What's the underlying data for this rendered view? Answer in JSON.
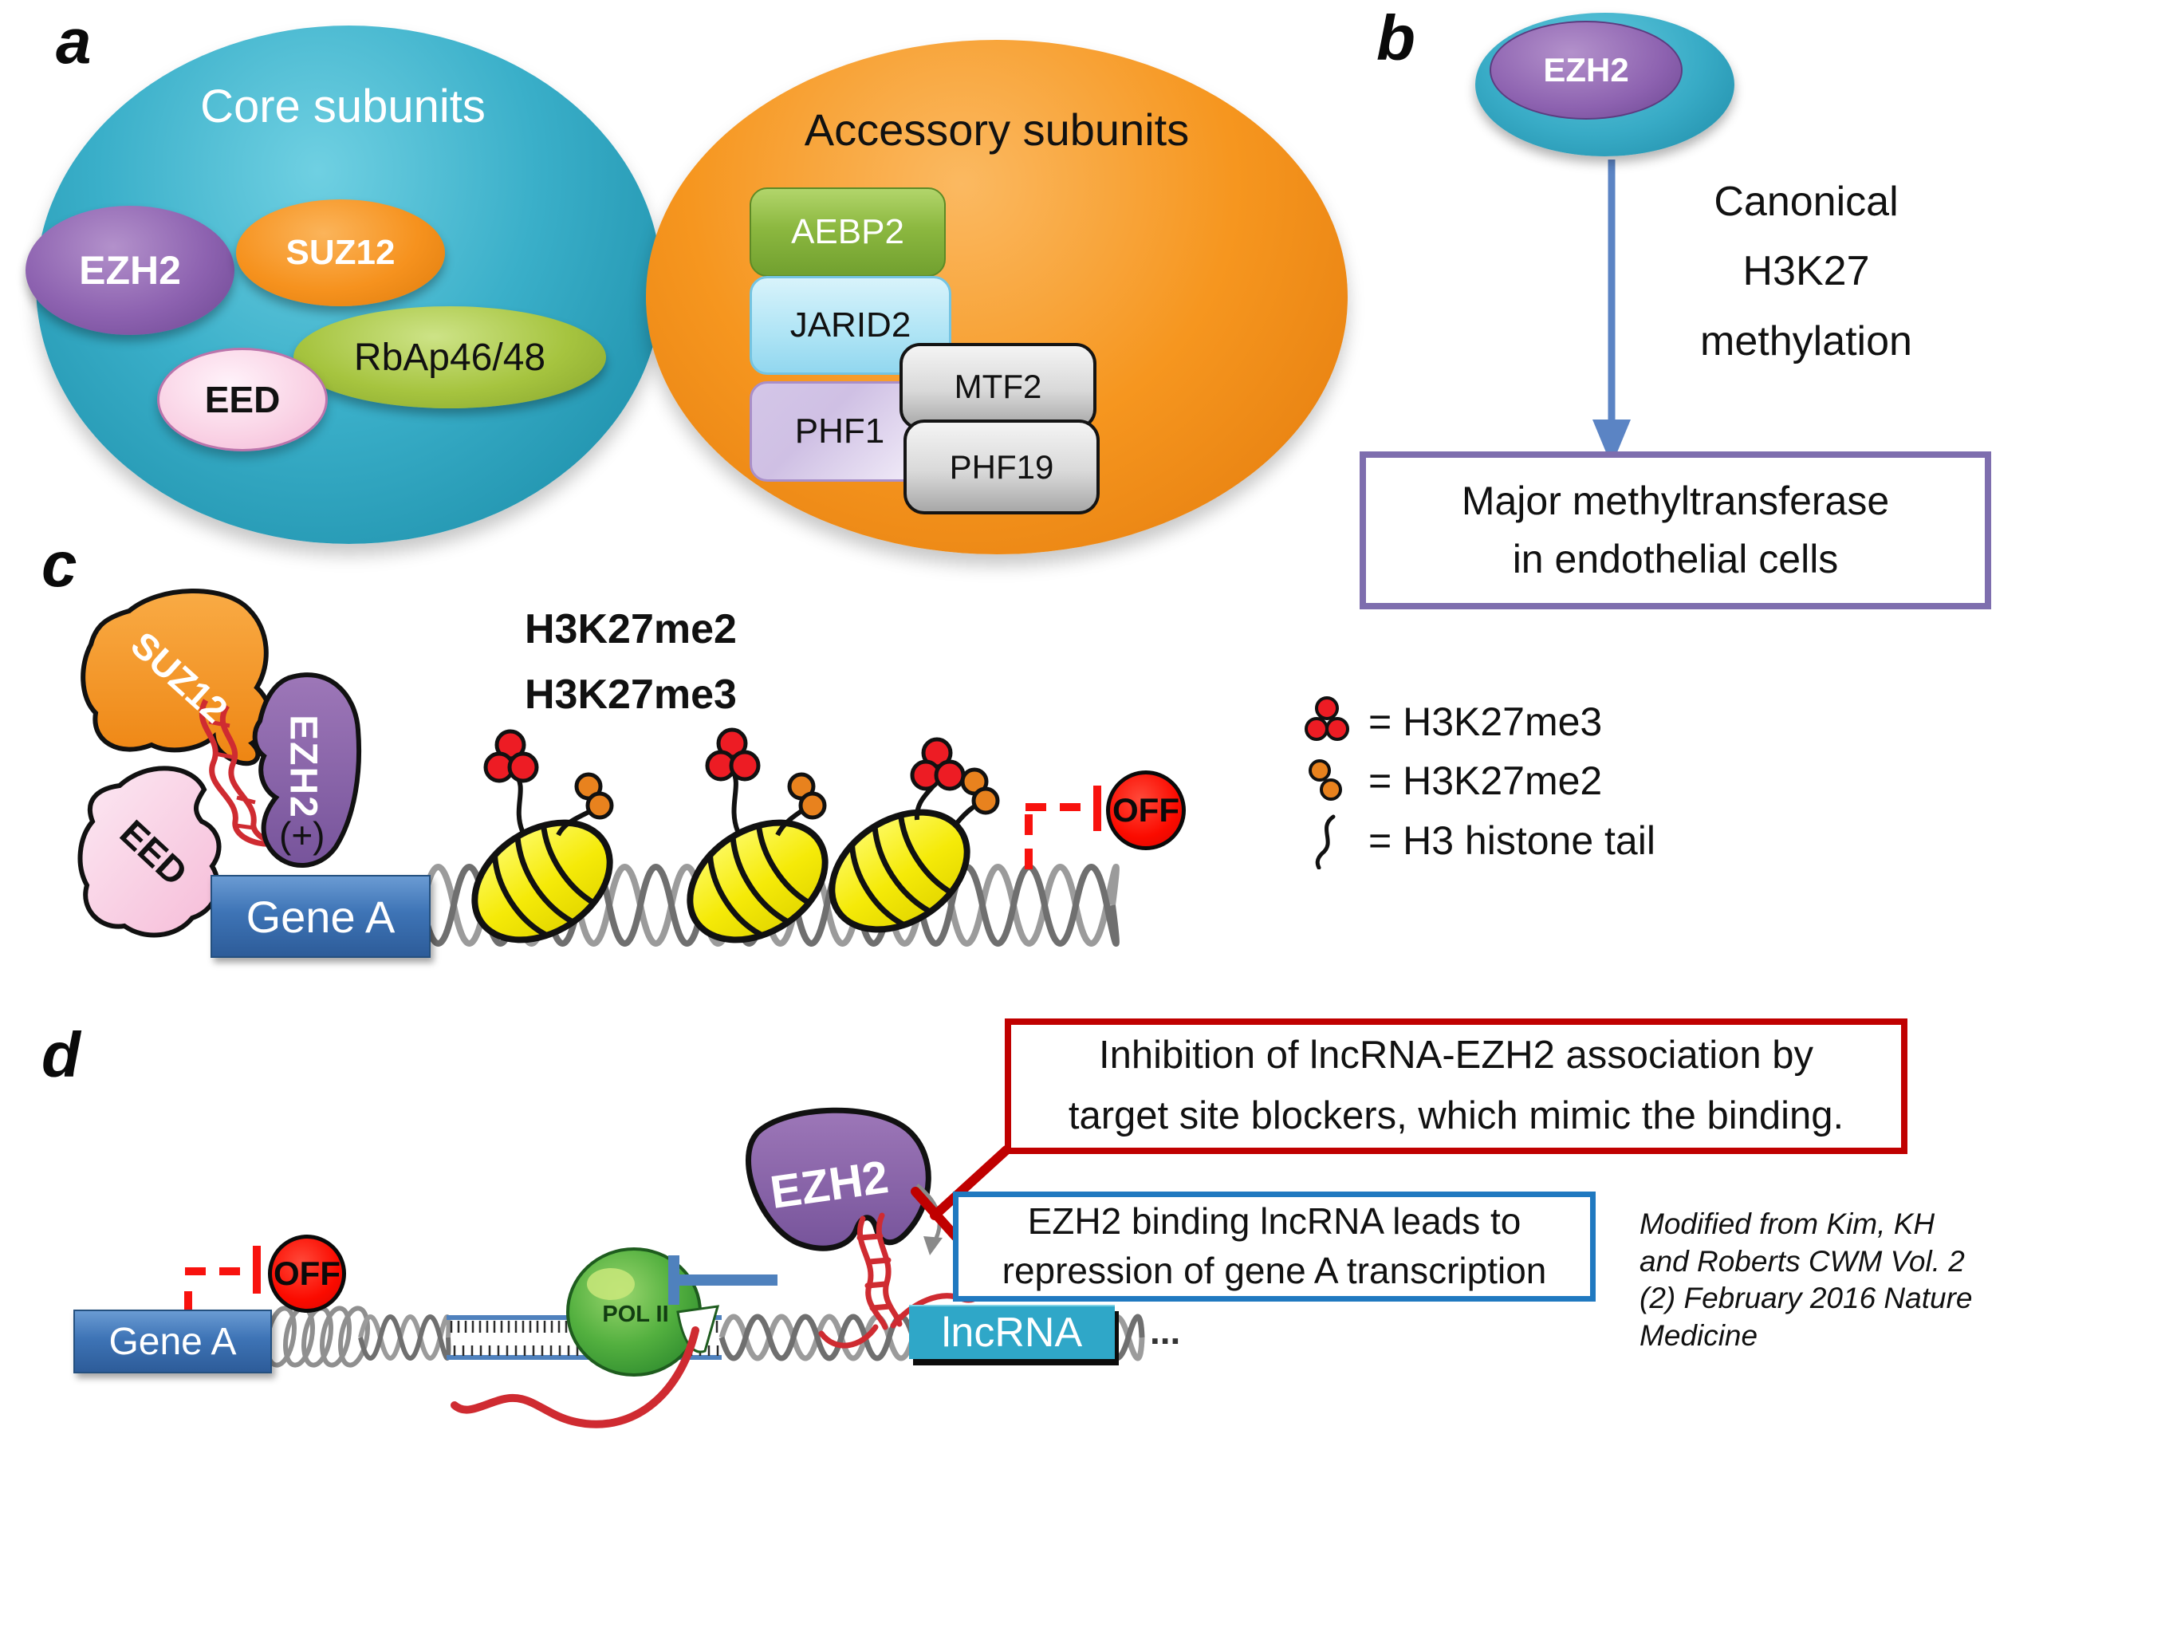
{
  "panel_a": {
    "label": "a",
    "core": {
      "title": "Core subunits",
      "ezh2": "EZH2",
      "suz12": "SUZ12",
      "rbap": "RbAp46/48",
      "eed": "EED"
    },
    "accessory": {
      "title": "Accessory subunits",
      "aebp2": "AEBP2",
      "jarid2": "JARID2",
      "phf1": "PHF1",
      "mtf2": "MTF2",
      "phf19": "PHF19"
    }
  },
  "panel_b": {
    "label": "b",
    "ezh2": "EZH2",
    "arrow_lines": [
      "Canonical",
      "H3K27",
      "methylation"
    ],
    "box_lines": [
      "Major methyltransferase",
      "in endothelial cells"
    ]
  },
  "panel_c": {
    "label": "c",
    "suz12": "SUZ12",
    "ezh2": "EZH2",
    "eed": "EED",
    "plus": "(+)",
    "gene_a": "Gene A",
    "off": "OFF",
    "marks_lines": [
      "H3K27me2",
      "H3K27me3"
    ],
    "legend": [
      {
        "icon": "h3k27me3-dots",
        "label": "= H3K27me3"
      },
      {
        "icon": "h3k27me2-dots",
        "label": "= H3K27me2"
      },
      {
        "icon": "h3-histone-tail",
        "label": "= H3 histone tail"
      }
    ]
  },
  "panel_d": {
    "label": "d",
    "gene_a": "Gene A",
    "off": "OFF",
    "ezh2": "EZH2",
    "pol2": "POL II",
    "lncrna": "lncRNA",
    "ellipsis": "...",
    "red_box_lines": [
      "Inhibition of lncRNA-EZH2 association by",
      "target site blockers, which mimic the binding."
    ],
    "blue_box_lines": [
      "EZH2 binding lncRNA leads to",
      "repression of gene A transcription"
    ],
    "credit_lines": [
      "Modified from Kim, KH",
      "and Roberts CWM Vol. 2",
      "(2) February 2016 Nature",
      "Medicine"
    ]
  },
  "colors": {
    "teal": "#35aec9",
    "orange": "#f6921e",
    "purple": "#8a5fae",
    "green": "#a6c43f",
    "pink": "#f9c9de",
    "aebp2_green": "#8cb840",
    "jarid2_blue": "#aee4f5",
    "phf1_lavender": "#cfc0e4",
    "gray_box": "#d9d9d9",
    "gene_blue": "#3e74b6",
    "lncrna_teal": "#2fa7c8",
    "off_red": "#fe0000",
    "red_accent": "#c00000",
    "blue_accent": "#2079c0",
    "purple_border": "#7e6eae",
    "arrow_blue": "#5b84c4",
    "nucleosome_yellow": "#f7ec13",
    "pol2_green": "#4ca838",
    "dot_red": "#ed1c24",
    "dot_orange": "#e8821e"
  }
}
